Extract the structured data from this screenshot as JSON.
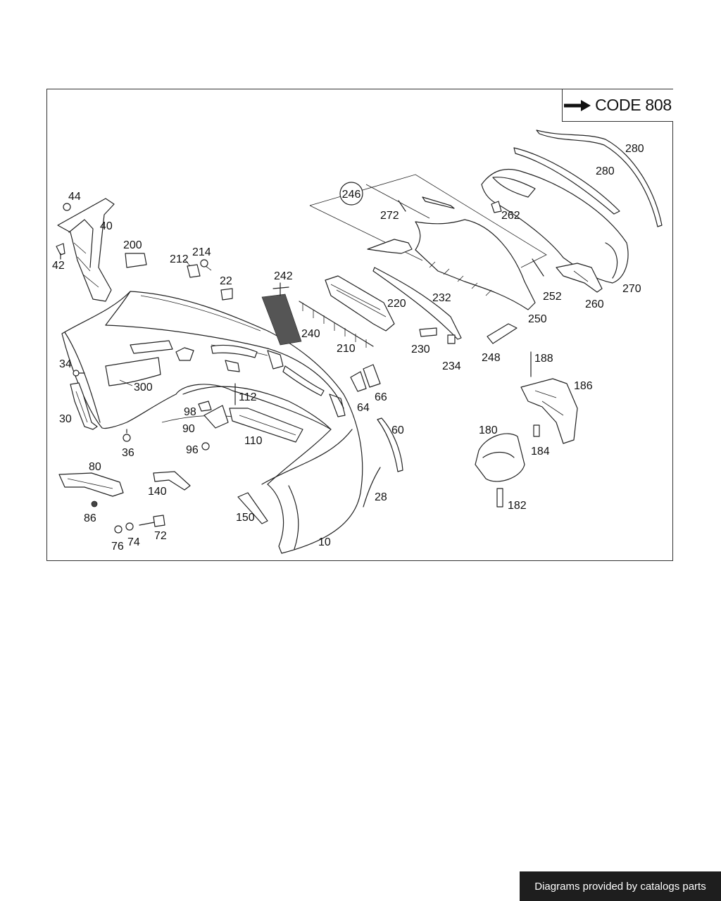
{
  "code_badge": {
    "text": "CODE 808"
  },
  "callout_group": "246",
  "labels": {
    "l10": "10",
    "l22": "22",
    "l28": "28",
    "l30": "30",
    "l34": "34",
    "l36": "36",
    "l40": "40",
    "l42": "42",
    "l44": "44",
    "l60": "60",
    "l64": "64",
    "l66": "66",
    "l72": "72",
    "l74": "74",
    "l76": "76",
    "l80": "80",
    "l86": "86",
    "l90": "90",
    "l96": "96",
    "l98": "98",
    "l110": "110",
    "l112": "112",
    "l140": "140",
    "l150": "150",
    "l180": "180",
    "l182": "182",
    "l184": "184",
    "l186": "186",
    "l188": "188",
    "l200": "200",
    "l210": "210",
    "l212": "212",
    "l214": "214",
    "l220": "220",
    "l230": "230",
    "l232": "232",
    "l234": "234",
    "l240": "240",
    "l242": "242",
    "l248": "248",
    "l250": "250",
    "l252": "252",
    "l260": "260",
    "l262": "262",
    "l270": "270",
    "l272": "272",
    "l280a": "280",
    "l280b": "280",
    "l300": "300"
  },
  "footer": {
    "text": "Diagrams provided by catalogs parts"
  },
  "colors": {
    "line": "#222222",
    "footer_bg": "#1e1e1e",
    "footer_text": "#ffffff"
  }
}
